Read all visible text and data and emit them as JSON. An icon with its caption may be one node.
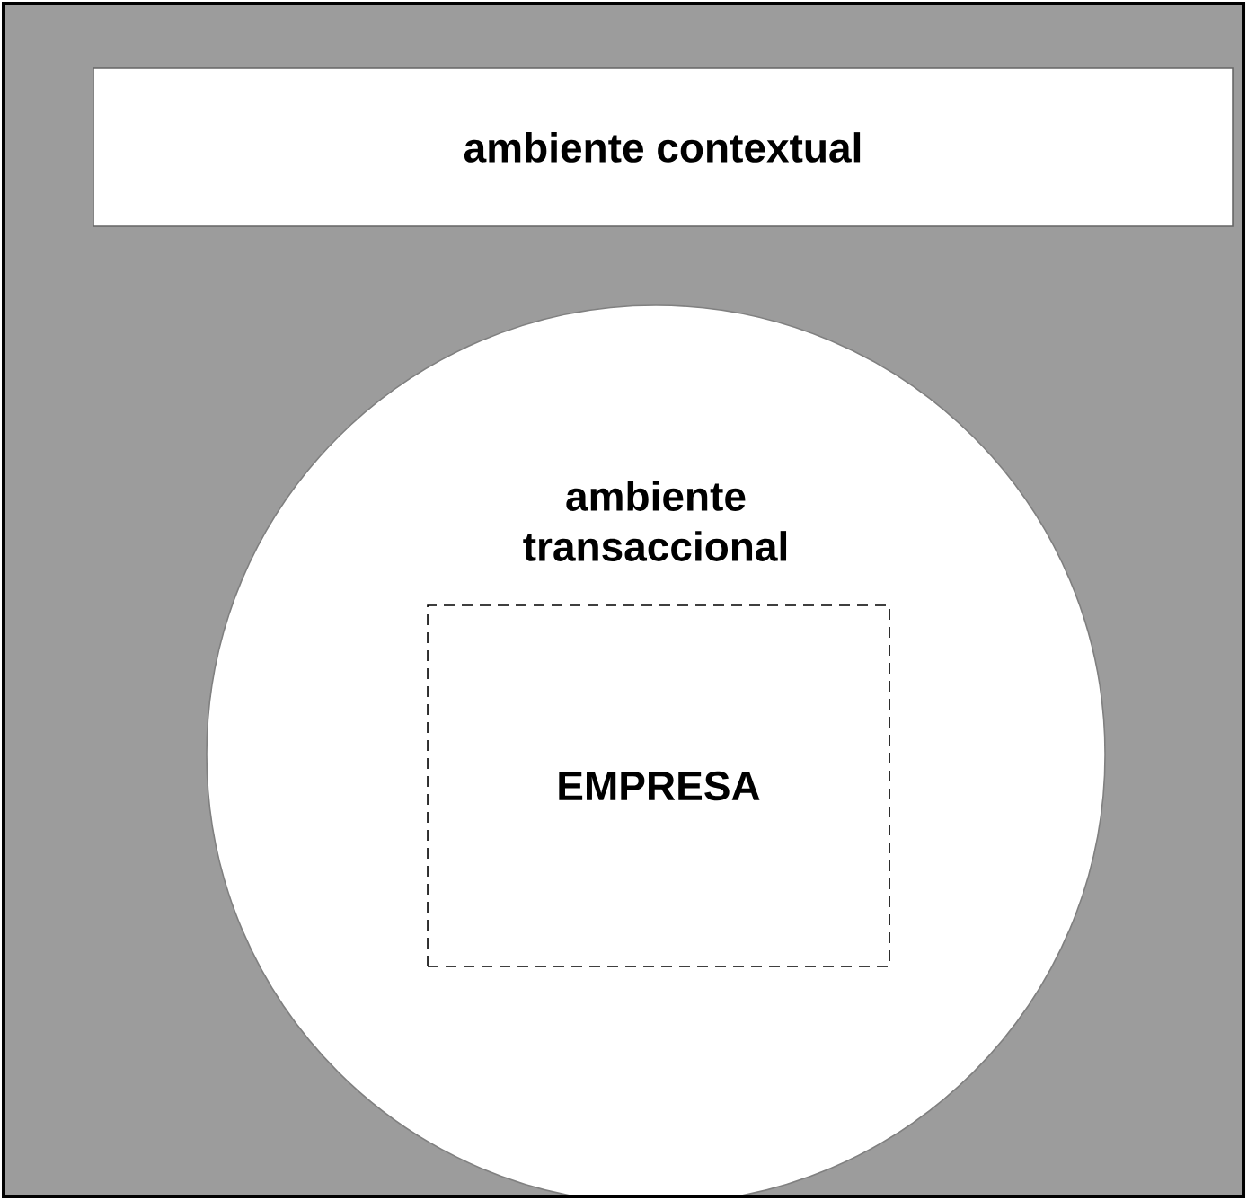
{
  "diagram": {
    "nodes": [
      {
        "text": [
          "ambiente contextual"
        ]
      },
      {
        "text": [
          "ambiente transaccional"
        ],
        "in": 0
      },
      {
        "text": [
          "EMPRESA"
        ],
        "in": 1
      }
    ]
  }
}
